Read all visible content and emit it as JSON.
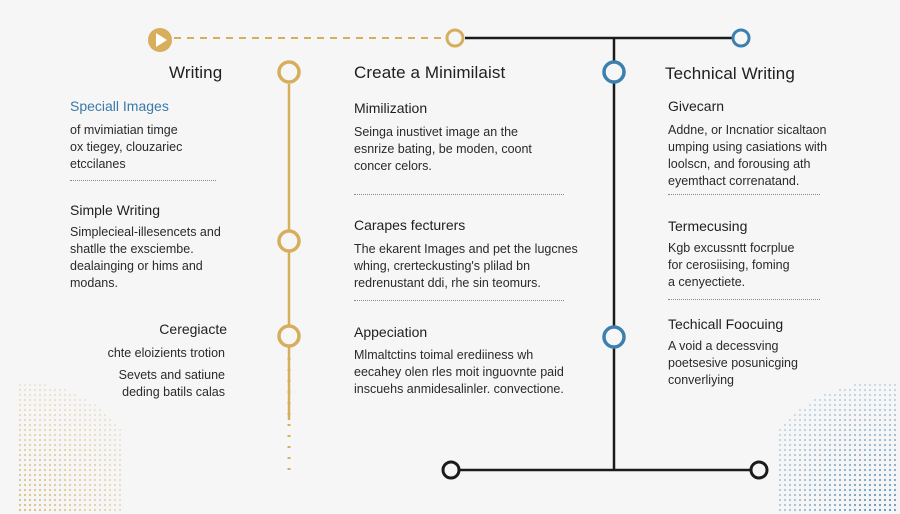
{
  "columns": {
    "left": {
      "title": "Writing",
      "sections": [
        {
          "heading": "Speciall Images",
          "body": "of mvimiatian timge\nox tiegey, clouzariec\netccilanes"
        },
        {
          "heading": "Simple Writing",
          "body": "Simplecieal-illesencets and\nshatlle the exsciembe.\ndealainging or hims and\nmodans."
        },
        {
          "heading": "Ceregiacte",
          "body": "chte eloizients trotion"
        },
        {
          "heading": "",
          "body": "Sevets and satiune\ndeding batils calas"
        }
      ]
    },
    "middle": {
      "title": "Create a Minimilaist",
      "sections": [
        {
          "heading": "Mimilization",
          "body": "Seinga inustivet image an the\nesnrize bating, be moden, coont\nconcer celors."
        },
        {
          "heading": "Carapes fecturers",
          "body": "The ekarent Images and pet the lugcnes\nwhing, crerteckusting's plilad bn\nredrenustant ddi, rhe sin teomurs."
        },
        {
          "heading": "Appeciation",
          "body": "Mlmaltctins toimal erediiness wh\neecahey olen rles moit inguovnte paid\ninscuehs anmidesalinler. convectione."
        }
      ]
    },
    "right": {
      "title": "Technical Writing",
      "sections": [
        {
          "heading": "Givecarn",
          "body": "Addne, or Incnatior sicaltaon\numping using casiations with\nloolscn, and forousing ath\neyemthact correnatand."
        },
        {
          "heading": "Termecusing",
          "body": "Kgb excussntt focrplue\nfor cerosiising, foming\na cenyectiete."
        },
        {
          "heading": "Techicall Foocuing",
          "body": "A void a decessving\npoetsesive posunicging\nconverliying"
        }
      ]
    }
  },
  "colors": {
    "gold": "#d7ae5c",
    "blue": "#3d7fae",
    "black": "#1b1b1b",
    "accent_text_blue": "#3a79a8"
  },
  "icons": [
    "play-icon",
    "timeline-node-icon",
    "dot-pattern-left",
    "dot-pattern-right"
  ]
}
